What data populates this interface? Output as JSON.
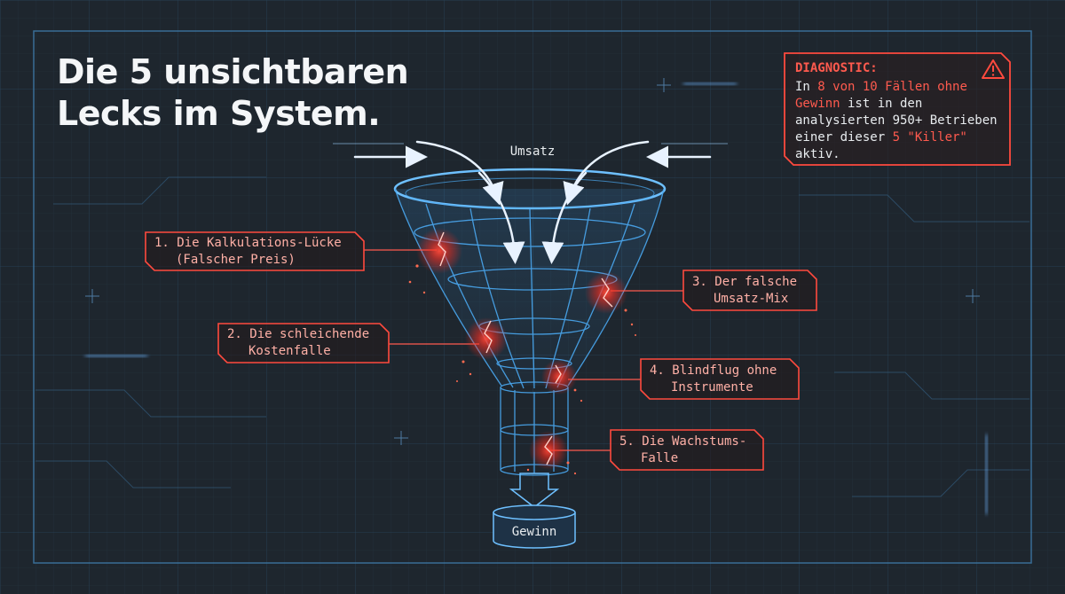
{
  "title": {
    "line1": "Die 5 unsichtbaren",
    "line2": "Lecks im System."
  },
  "diagnostic": {
    "header": "DIAGNOSTIC:",
    "text_1": "In ",
    "hl_1": "8 von 10 Fällen ohne",
    "hl_2": "Gewinn",
    "text_2": " ist in den",
    "text_3": "analysierten 950+ Betrieben",
    "text_4": "einer dieser ",
    "hl_3": "5 \"Killer\"",
    "text_5": "aktiv."
  },
  "funnel": {
    "top_label": "Umsatz",
    "bottom_label": "Gewinn"
  },
  "leaks": [
    {
      "line1": "1. Die Kalkulations-Lücke",
      "line2": "(Falscher Preis)"
    },
    {
      "line1": "2. Die schleichende",
      "line2": "Kostenfalle"
    },
    {
      "line1": "3. Der falsche",
      "line2": "Umsatz-Mix"
    },
    {
      "line1": "4. Blindflug ohne",
      "line2": "Instrumente"
    },
    {
      "line1": "5. Die Wachstums-",
      "line2": "Falle"
    }
  ],
  "colors": {
    "background": "#1e262e",
    "grid": "#2f5470",
    "frame": "#3f7fb0",
    "funnel": "#4aa8f0",
    "leak_red": "#ff3b30",
    "text": "#f4f6f8"
  },
  "icons": {
    "warning": "warning-triangle-icon"
  }
}
